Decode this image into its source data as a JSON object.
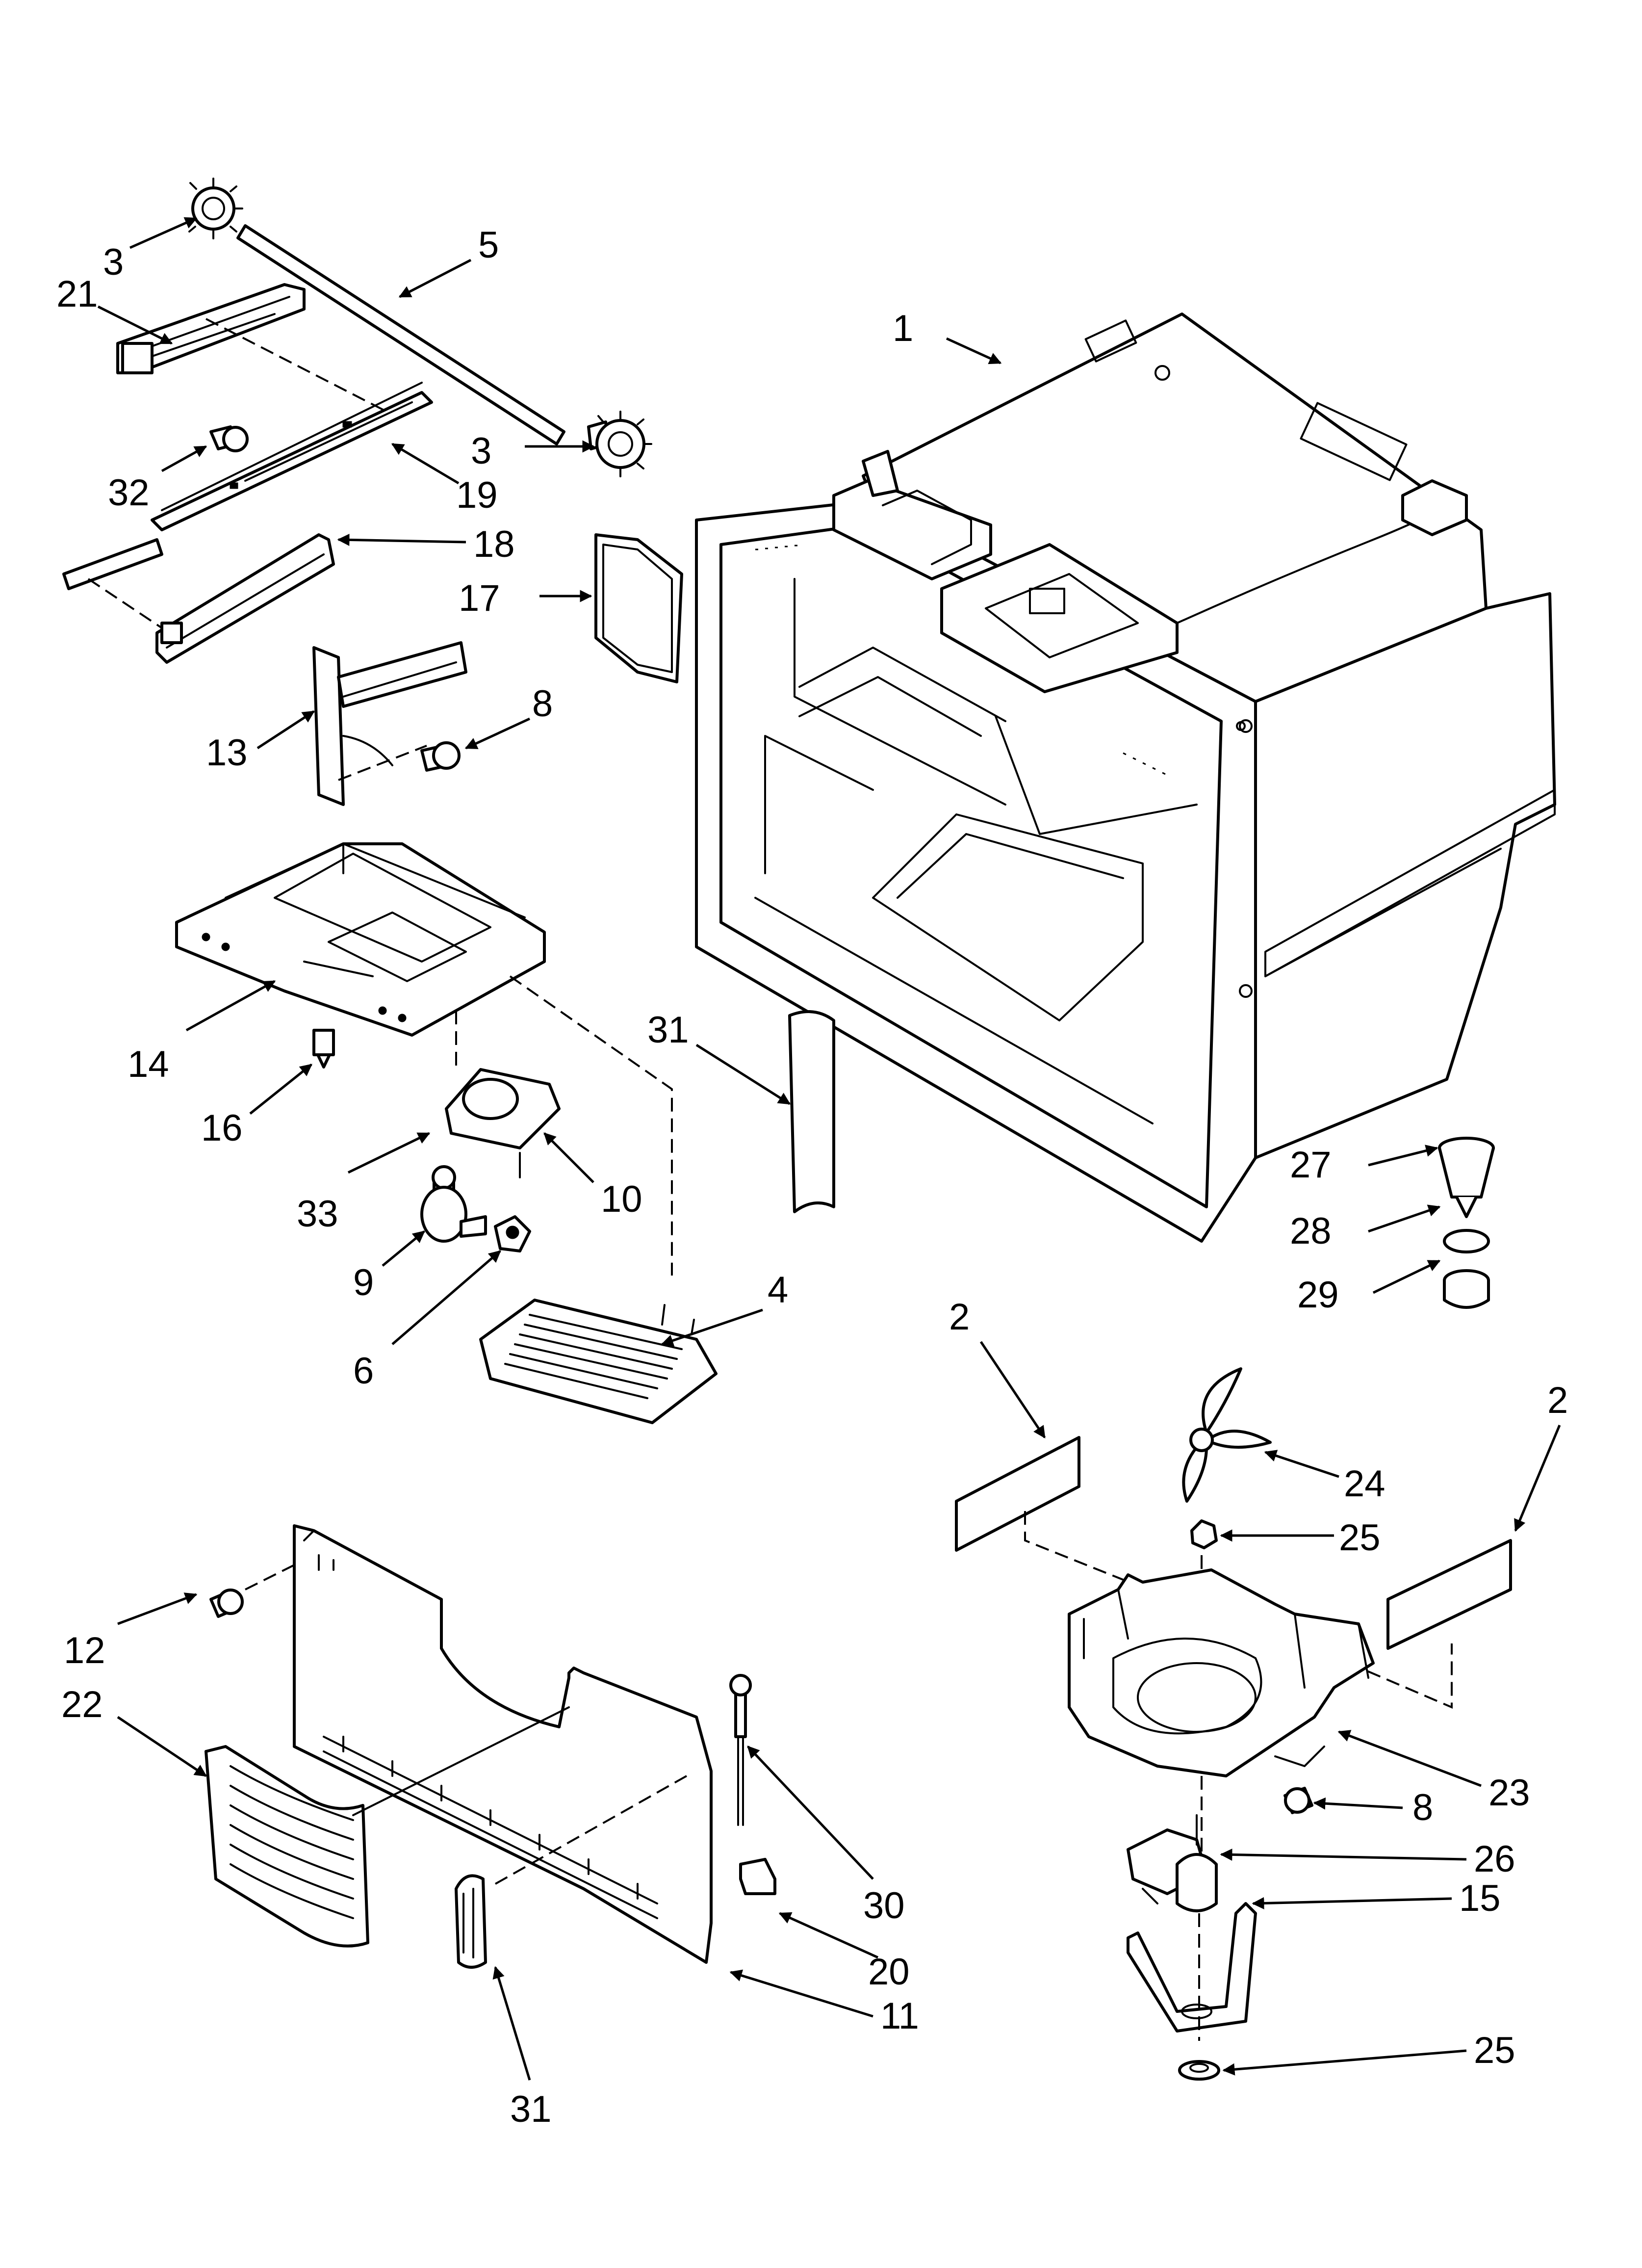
{
  "callouts": [
    {
      "label": "3"
    },
    {
      "label": "5"
    },
    {
      "label": "21"
    },
    {
      "label": "1"
    },
    {
      "label": "32"
    },
    {
      "label": "3"
    },
    {
      "label": "19"
    },
    {
      "label": "18"
    },
    {
      "label": "17"
    },
    {
      "label": "8"
    },
    {
      "label": "13"
    },
    {
      "label": "14"
    },
    {
      "label": "31"
    },
    {
      "label": "16"
    },
    {
      "label": "10"
    },
    {
      "label": "33"
    },
    {
      "label": "27"
    },
    {
      "label": "28"
    },
    {
      "label": "9"
    },
    {
      "label": "29"
    },
    {
      "label": "4"
    },
    {
      "label": "6"
    },
    {
      "label": "2"
    },
    {
      "label": "2"
    },
    {
      "label": "24"
    },
    {
      "label": "25"
    },
    {
      "label": "12"
    },
    {
      "label": "22"
    },
    {
      "label": "23"
    },
    {
      "label": "8"
    },
    {
      "label": "26"
    },
    {
      "label": "15"
    },
    {
      "label": "30"
    },
    {
      "label": "20"
    },
    {
      "label": "11"
    },
    {
      "label": "25"
    },
    {
      "label": "31"
    }
  ]
}
